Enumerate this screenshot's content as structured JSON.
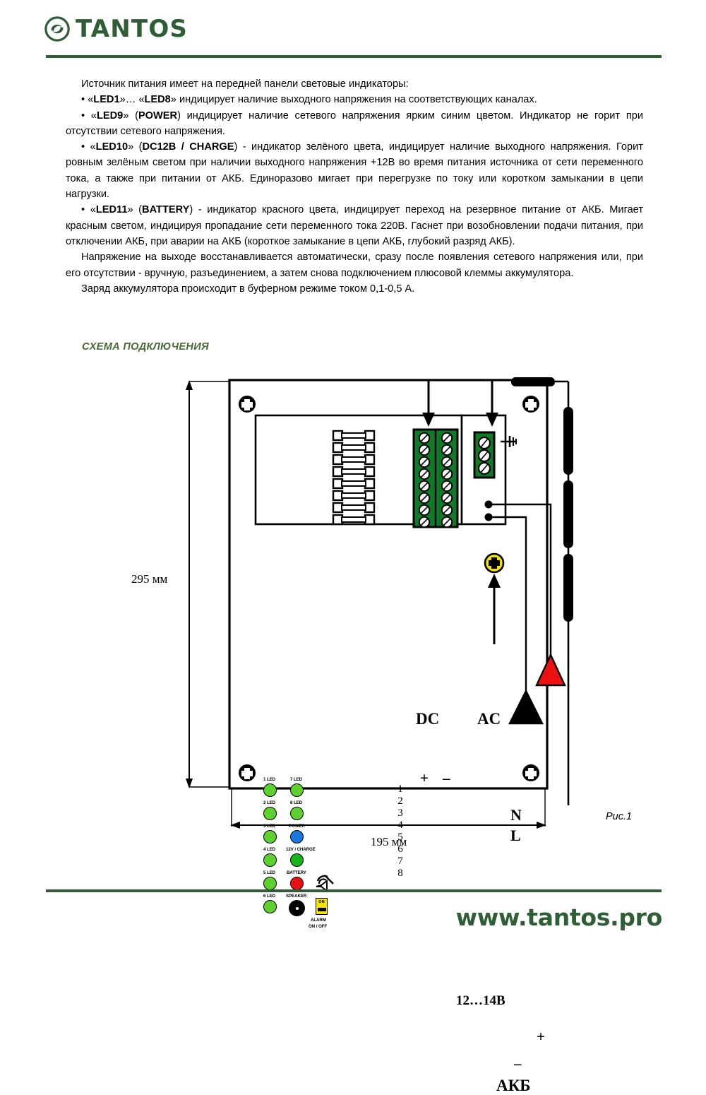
{
  "header": {
    "brand": "TANTOS",
    "logo_icon": "tantos-swirl-logo"
  },
  "footer": {
    "url": "www.tantos.pro"
  },
  "body": {
    "intro": "Источник питания имеет на передней панели световые индикаторы:",
    "bullet1_pre": "• «",
    "bullet1_b1": "LED1",
    "bullet1_mid": "»… «",
    "bullet1_b2": "LED8",
    "bullet1_post": "» индицирует наличие выходного напряжения на соответствующих каналах.",
    "bullet2_pre": "• «",
    "bullet2_b1": "LED9",
    "bullet2_mid": "» (",
    "bullet2_b2": "POWER",
    "bullet2_post": ") индицирует наличие сетевого напряжения ярким синим цветом. Индикатор не горит при отсутствии сетевого напряжения.",
    "bullet3_pre": "• «",
    "bullet3_b1": "LED10",
    "bullet3_mid": "» (",
    "bullet3_b2": "DC12В / CHARGE",
    "bullet3_post": ") - индикатор зелёного цвета, индицирует наличие выходного напряжения. Горит ровным зелёным светом при наличии выходного напряжения +12В во время питания источника от сети переменного тока, а также при питании от АКБ. Единоразово мигает при перегрузке по току или коротком замыкании в цепи нагрузки.",
    "bullet4_pre": "• «",
    "bullet4_b1": "LED11",
    "bullet4_mid": "» (",
    "bullet4_b2": "BATTERY",
    "bullet4_post": ") - индикатор красного цвета, индицирует переход на резервное питание от АКБ. Мигает красным светом, индицируя пропадание сети переменного тока 220В. Гаснет при возобновлении подачи питания, при отключении АКБ, при аварии на АКБ (короткое замыкание в цепи АКБ, глубокий разряд АКБ).",
    "para_auto": "Напряжение на выходе восстанавливается автоматически, сразу после появления сетевого напряжения или, при его отсутствии - вручную, разъединением, а затем снова подключением плюсовой клеммы аккумулятора.",
    "para_charge": "Заряд аккумулятора происходит в буферном режиме током 0,1-0,5 А.",
    "section_title": "СХЕМА ПОДКЛЮЧЕНИЯ"
  },
  "figure": {
    "caption": "Рис.1",
    "dim_vertical": "295 мм",
    "dim_horizontal": "195 мм",
    "label_dc": "DC",
    "label_ac": "AC",
    "label_n": "N",
    "label_l": "L",
    "label_ground_icon": "earth-ground-icon",
    "label_battery_voltage": "12…14В",
    "label_battery": "АКБ",
    "label_battery_plus": "+",
    "label_battery_minus": "–",
    "label_dc_plus": "+",
    "label_dc_minus": "–",
    "terminal_numbers": [
      "1",
      "2",
      "3",
      "4",
      "5",
      "6",
      "7",
      "8"
    ],
    "fuse_count": 8,
    "leds_left": [
      {
        "label": "1 LED",
        "color": "#5ed02f",
        "kind": "green"
      },
      {
        "label": "2 LED",
        "color": "#5ed02f",
        "kind": "green"
      },
      {
        "label": "3 LED",
        "color": "#5ed02f",
        "kind": "green"
      },
      {
        "label": "4 LED",
        "color": "#5ed02f",
        "kind": "green"
      },
      {
        "label": "5 LED",
        "color": "#5ed02f",
        "kind": "green"
      },
      {
        "label": "6 LED",
        "color": "#5ed02f",
        "kind": "green"
      }
    ],
    "leds_right": [
      {
        "label": "7 LED",
        "color": "#5ed02f",
        "kind": "green"
      },
      {
        "label": "8 LED",
        "color": "#5ed02f",
        "kind": "green"
      },
      {
        "label": "POWER",
        "color": "#1878e0",
        "kind": "blue"
      },
      {
        "label": "12V / CHARGE",
        "color": "#19b419",
        "kind": "green-dark"
      },
      {
        "label": "BATTERY",
        "color": "#e81010",
        "kind": "red"
      },
      {
        "label": "SPEAKER",
        "color": "#000000",
        "kind": "speaker"
      }
    ],
    "alarm_switch": {
      "on_label": "ON",
      "caption_line1": "ALARM",
      "caption_line2": "ON / OFF"
    },
    "mute_icon": "speaker-muted-icon",
    "screws": [
      "screw-top-left",
      "screw-top-right",
      "screw-bottom-left",
      "screw-bottom-right",
      "screw-ground-yellow"
    ]
  },
  "colors": {
    "brand_green": "#2e5d36",
    "section_green": "#4a6b36",
    "terminal_green": "#1a8a33",
    "led_green": "#5ed02f",
    "led_blue": "#1878e0",
    "led_red": "#e81010",
    "screw_yellow": "#f2e400",
    "battery_red": "#ee1111"
  }
}
